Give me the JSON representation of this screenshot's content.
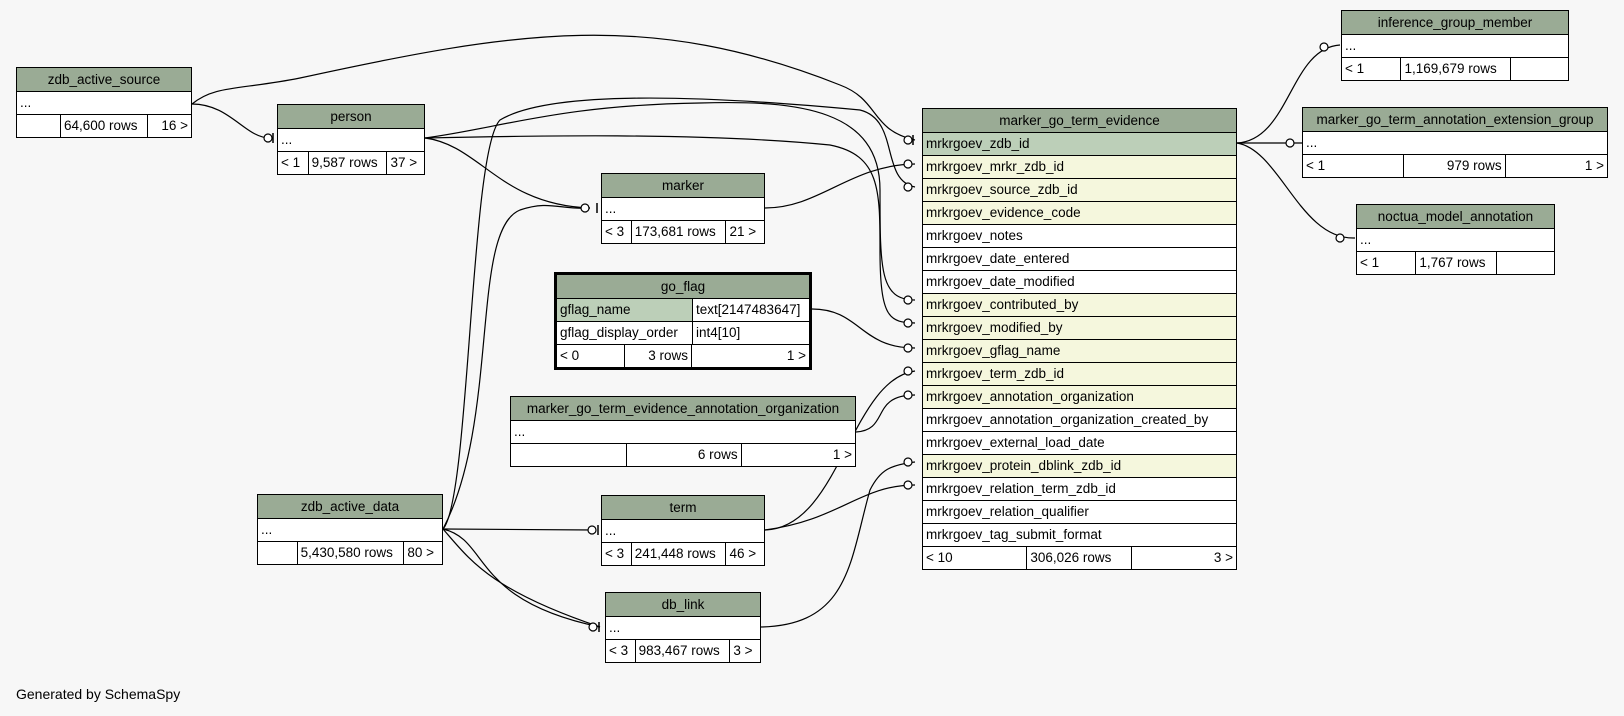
{
  "footer_text": "Generated by SchemaSpy",
  "tables": {
    "zdb_active_source": {
      "name": "zdb_active_source",
      "row": "...",
      "footer": [
        "",
        "64,600 rows",
        "16 >"
      ]
    },
    "person": {
      "name": "person",
      "row": "...",
      "footer": [
        "< 1",
        "9,587 rows",
        "37 >"
      ]
    },
    "marker": {
      "name": "marker",
      "row": "...",
      "footer": [
        "< 3",
        "173,681 rows",
        "21 >"
      ]
    },
    "go_flag": {
      "name": "go_flag",
      "rows": [
        {
          "col": "gflag_name",
          "type": "text[2147483647]"
        },
        {
          "col": "gflag_display_order",
          "type": "int4[10]"
        }
      ],
      "footer": [
        "< 0",
        "3 rows",
        "1 >"
      ]
    },
    "annotation_org": {
      "name": "marker_go_term_evidence_annotation_organization",
      "row": "...",
      "footer": [
        "",
        "6 rows",
        "1 >"
      ]
    },
    "zdb_active_data": {
      "name": "zdb_active_data",
      "row": "...",
      "footer": [
        "",
        "5,430,580 rows",
        "80 >"
      ]
    },
    "term": {
      "name": "term",
      "row": "...",
      "footer": [
        "< 3",
        "241,448 rows",
        "46 >"
      ]
    },
    "db_link": {
      "name": "db_link",
      "row": "...",
      "footer": [
        "< 3",
        "983,467 rows",
        "3 >"
      ]
    },
    "mgte": {
      "name": "marker_go_term_evidence",
      "columns": [
        "mrkrgoev_zdb_id",
        "mrkrgoev_mrkr_zdb_id",
        "mrkrgoev_source_zdb_id",
        "mrkrgoev_evidence_code",
        "mrkrgoev_notes",
        "mrkrgoev_date_entered",
        "mrkrgoev_date_modified",
        "mrkrgoev_contributed_by",
        "mrkrgoev_modified_by",
        "mrkrgoev_gflag_name",
        "mrkrgoev_term_zdb_id",
        "mrkrgoev_annotation_organization",
        "mrkrgoev_annotation_organization_created_by",
        "mrkrgoev_external_load_date",
        "mrkrgoev_protein_dblink_zdb_id",
        "mrkrgoev_relation_term_zdb_id",
        "mrkrgoev_relation_qualifier",
        "mrkrgoev_tag_submit_format"
      ],
      "footer": [
        "< 10",
        "306,026 rows",
        "3 >"
      ]
    },
    "inference_group_member": {
      "name": "inference_group_member",
      "row": "...",
      "footer": [
        "< 1",
        "1,169,679 rows",
        ""
      ]
    },
    "ext_group": {
      "name": "marker_go_term_annotation_extension_group",
      "row": "...",
      "footer": [
        "< 1",
        "979 rows",
        "1 >"
      ]
    },
    "noctua": {
      "name": "noctua_model_annotation",
      "row": "...",
      "footer": [
        "< 1",
        "1,767 rows",
        ""
      ]
    }
  },
  "colors": {
    "header": "#9aab95",
    "primary_key": "#bccfb8",
    "foreign_key": "#f5f7dd",
    "background": "#f7f7f7"
  }
}
